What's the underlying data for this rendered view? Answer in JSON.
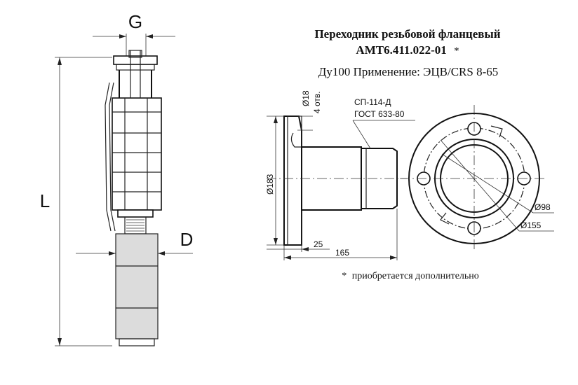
{
  "title_line1": "Переходник резьбовой фланцевый",
  "title_line2": "АМТ6.411.022-01",
  "title_mark": "*",
  "subtitle": "Ду100  Применение: ЭЦВ/CRS 8-65",
  "footnote_mark": "*",
  "footnote": "приобретается дополнительно",
  "pump": {
    "label_g": "G",
    "label_l": "L",
    "label_d": "D"
  },
  "drawing": {
    "hole_dim": "Ø18",
    "hole_count": "4 отв.",
    "thread_spec": "СП-114-Д",
    "thread_gost": "ГОСТ 633-80",
    "flange_dia": "Ø183",
    "offset_25": "25",
    "length_165": "165",
    "inner_dia": "Ø98",
    "bolt_circle": "Ø155"
  }
}
